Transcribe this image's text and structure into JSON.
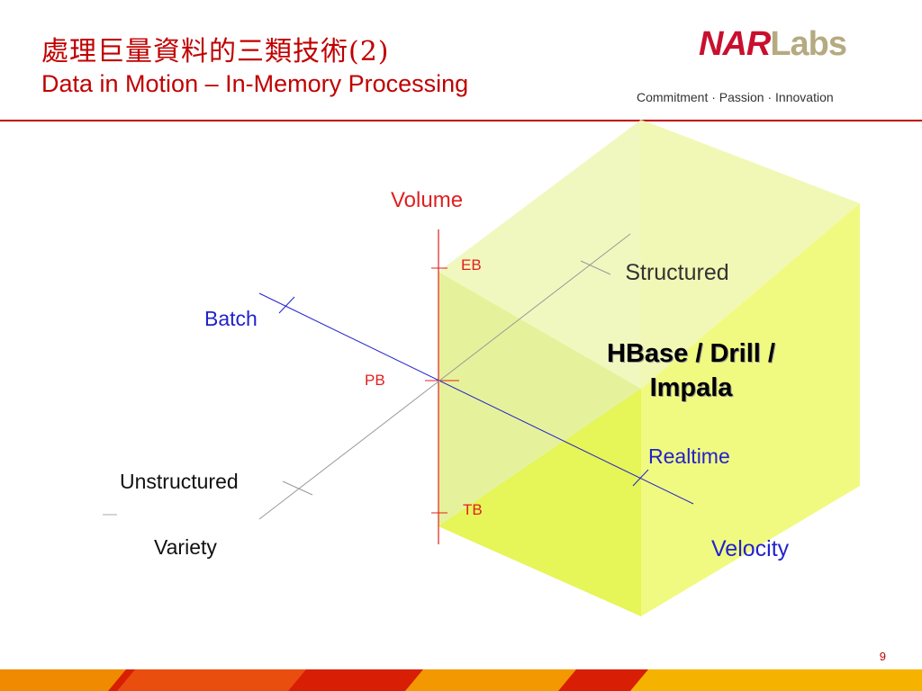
{
  "header": {
    "title_zh": "處理巨量資料的三類技術(2)",
    "title_en": "Data in Motion – In-Memory Processing",
    "logo_primary": "NAR",
    "logo_secondary": "Labs",
    "tagline": "Commitment · Passion · Innovation"
  },
  "diagram": {
    "axes": {
      "volume": "Volume",
      "velocity": "Velocity",
      "variety": "Variety"
    },
    "ticks": {
      "eb": "EB",
      "pb": "PB",
      "tb": "TB",
      "batch": "Batch",
      "realtime": "Realtime",
      "unstructured": "Unstructured",
      "structured": "Structured"
    },
    "technology": "HBase / Drill / Impala"
  },
  "footer": {
    "page_number": "9"
  },
  "colors": {
    "accent": "#c00000",
    "axis_blue": "#2222cc",
    "cube_fill": "#e8f56a"
  }
}
